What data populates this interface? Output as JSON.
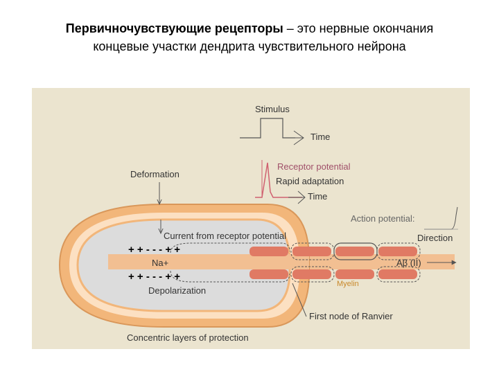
{
  "title": {
    "bold": "Первичночувствующие рецепторы",
    "line1_rest": " – это нервные окончания",
    "line2": "концевые участки дендрита чувствительного нейрона"
  },
  "diagram": {
    "stimulus_label": "Stimulus",
    "time_label_1": "Time",
    "receptor_potential_label": "Receptor potential",
    "rapid_adaptation_label": "Rapid adaptation",
    "time_label_2": "Time",
    "deformation_label": "Deformation",
    "action_potential_label": "Action potential:",
    "direction_label": "Direction",
    "current_label": "Current from receptor potential",
    "charges_top": "+ + - - - + +",
    "sodium_label": "Na+",
    "charges_bottom": "+ + - - - + +",
    "depolarization_label": "Depolarization",
    "fiber_label": "Aβ (II)",
    "myelin_label": "Myelin",
    "node_label": "First node of Ranvier",
    "layers_label": "Concentric layers of protection",
    "colors": {
      "background": "#ebe4cf",
      "capsule": "#f2b67a",
      "inner": "#d9d9d9",
      "myelin": "#e07a64",
      "axon": "#f2bf92",
      "receptor_curve": "#d06070"
    }
  }
}
